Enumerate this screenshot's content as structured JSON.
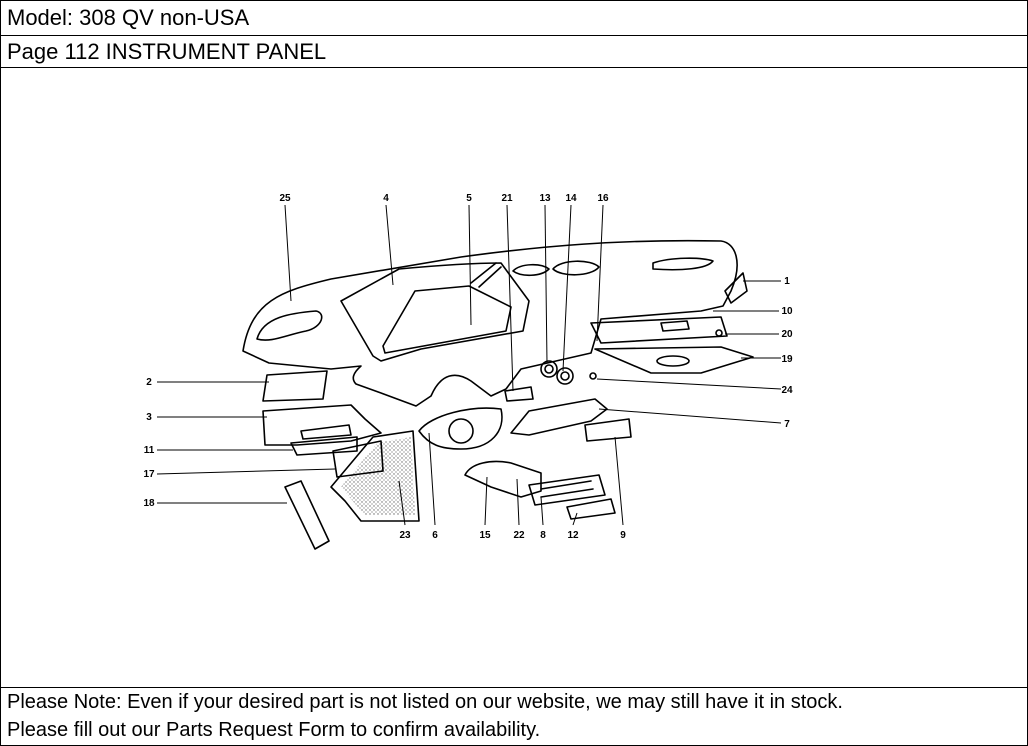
{
  "header": {
    "model": "Model: 308 QV non-USA",
    "page": "Page 112  INSTRUMENT PANEL"
  },
  "diagram": {
    "part_labels": [
      "25",
      "4",
      "5",
      "21",
      "13",
      "14",
      "16",
      "1",
      "10",
      "20",
      "19",
      "24",
      "7",
      "2",
      "3",
      "11",
      "17",
      "18",
      "23",
      "6",
      "15",
      "22",
      "8",
      "12",
      "9"
    ]
  },
  "footer": {
    "note_line1": "Please Note: Even if your desired part is not listed on our website, we may still have it in stock.",
    "note_line2": "Please fill out our Parts Request Form to confirm availability."
  }
}
